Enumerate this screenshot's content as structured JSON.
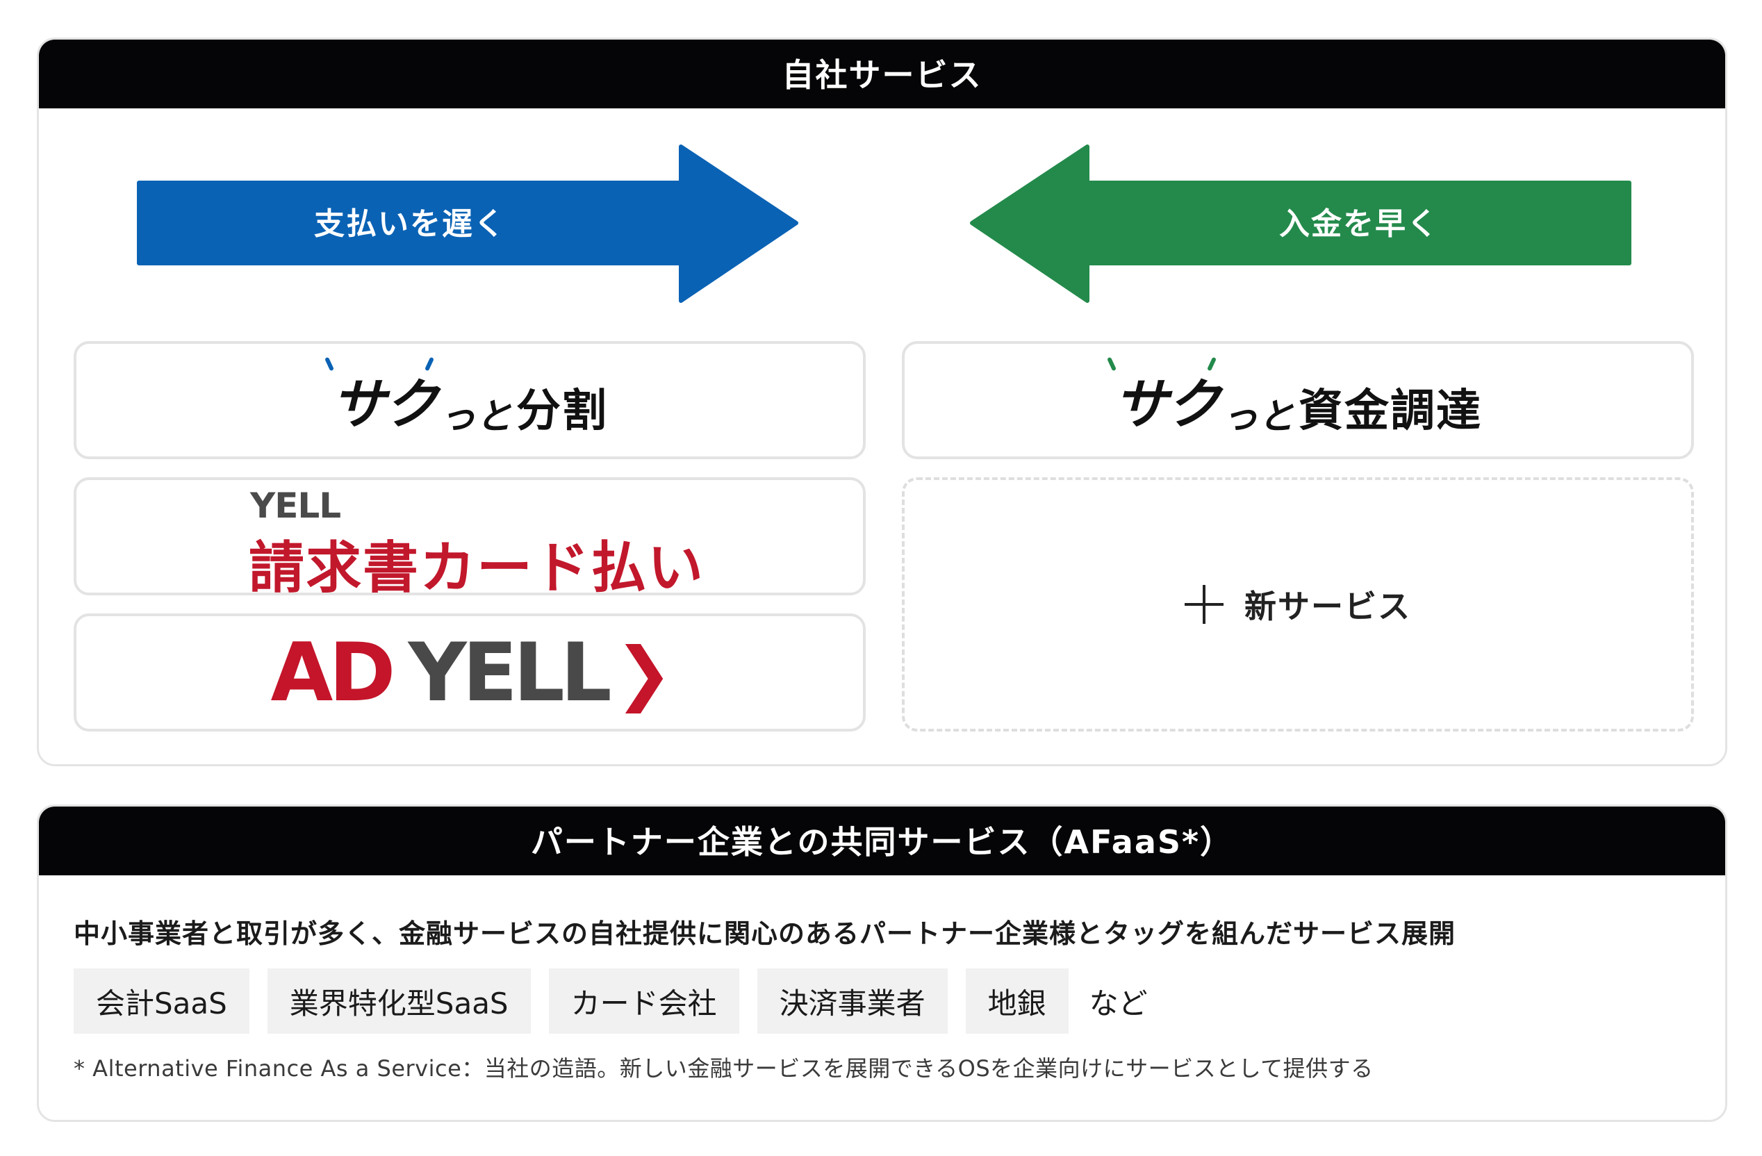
{
  "own_services": {
    "header": "自社サービス",
    "arrow_left": {
      "label": "支払いを遅く",
      "color": "#0a62b4"
    },
    "arrow_right": {
      "label": "入金を早く",
      "color": "#238a4b"
    },
    "card_sakutto_split": {
      "main": "サク",
      "small": "っと",
      "kanji": "分割",
      "tick_color": "#0a62b4"
    },
    "card_sakutto_funding": {
      "main": "サク",
      "small": "っと",
      "kanji": "資金調達",
      "tick_color": "#238a4b"
    },
    "card_invoice": {
      "small": "YELL",
      "big": "請求書カード払い"
    },
    "card_adyell": {
      "ad": "AD",
      "yell": "YELL",
      "chevron": "❯"
    },
    "new_service_label": "新サービス"
  },
  "partner_services": {
    "header": "パートナー企業との共同サービス（AFaaS*）",
    "description": "中小事業者と取引が多く、金融サービスの自社提供に関心のあるパートナー企業様とタッグを組んだサービス展開",
    "tags": [
      "会計SaaS",
      "業界特化型SaaS",
      "カード会社",
      "決済事業者",
      "地銀"
    ],
    "tags_suffix": "など",
    "footnote": "* Alternative Finance As a Service：当社の造語。新しい金融サービスを展開できるOSを企業向けにサービスとして提供する"
  },
  "colors": {
    "header_bg": "#050507",
    "brand_red": "#c4152a",
    "blue": "#0a62b4",
    "green": "#238a4b"
  }
}
